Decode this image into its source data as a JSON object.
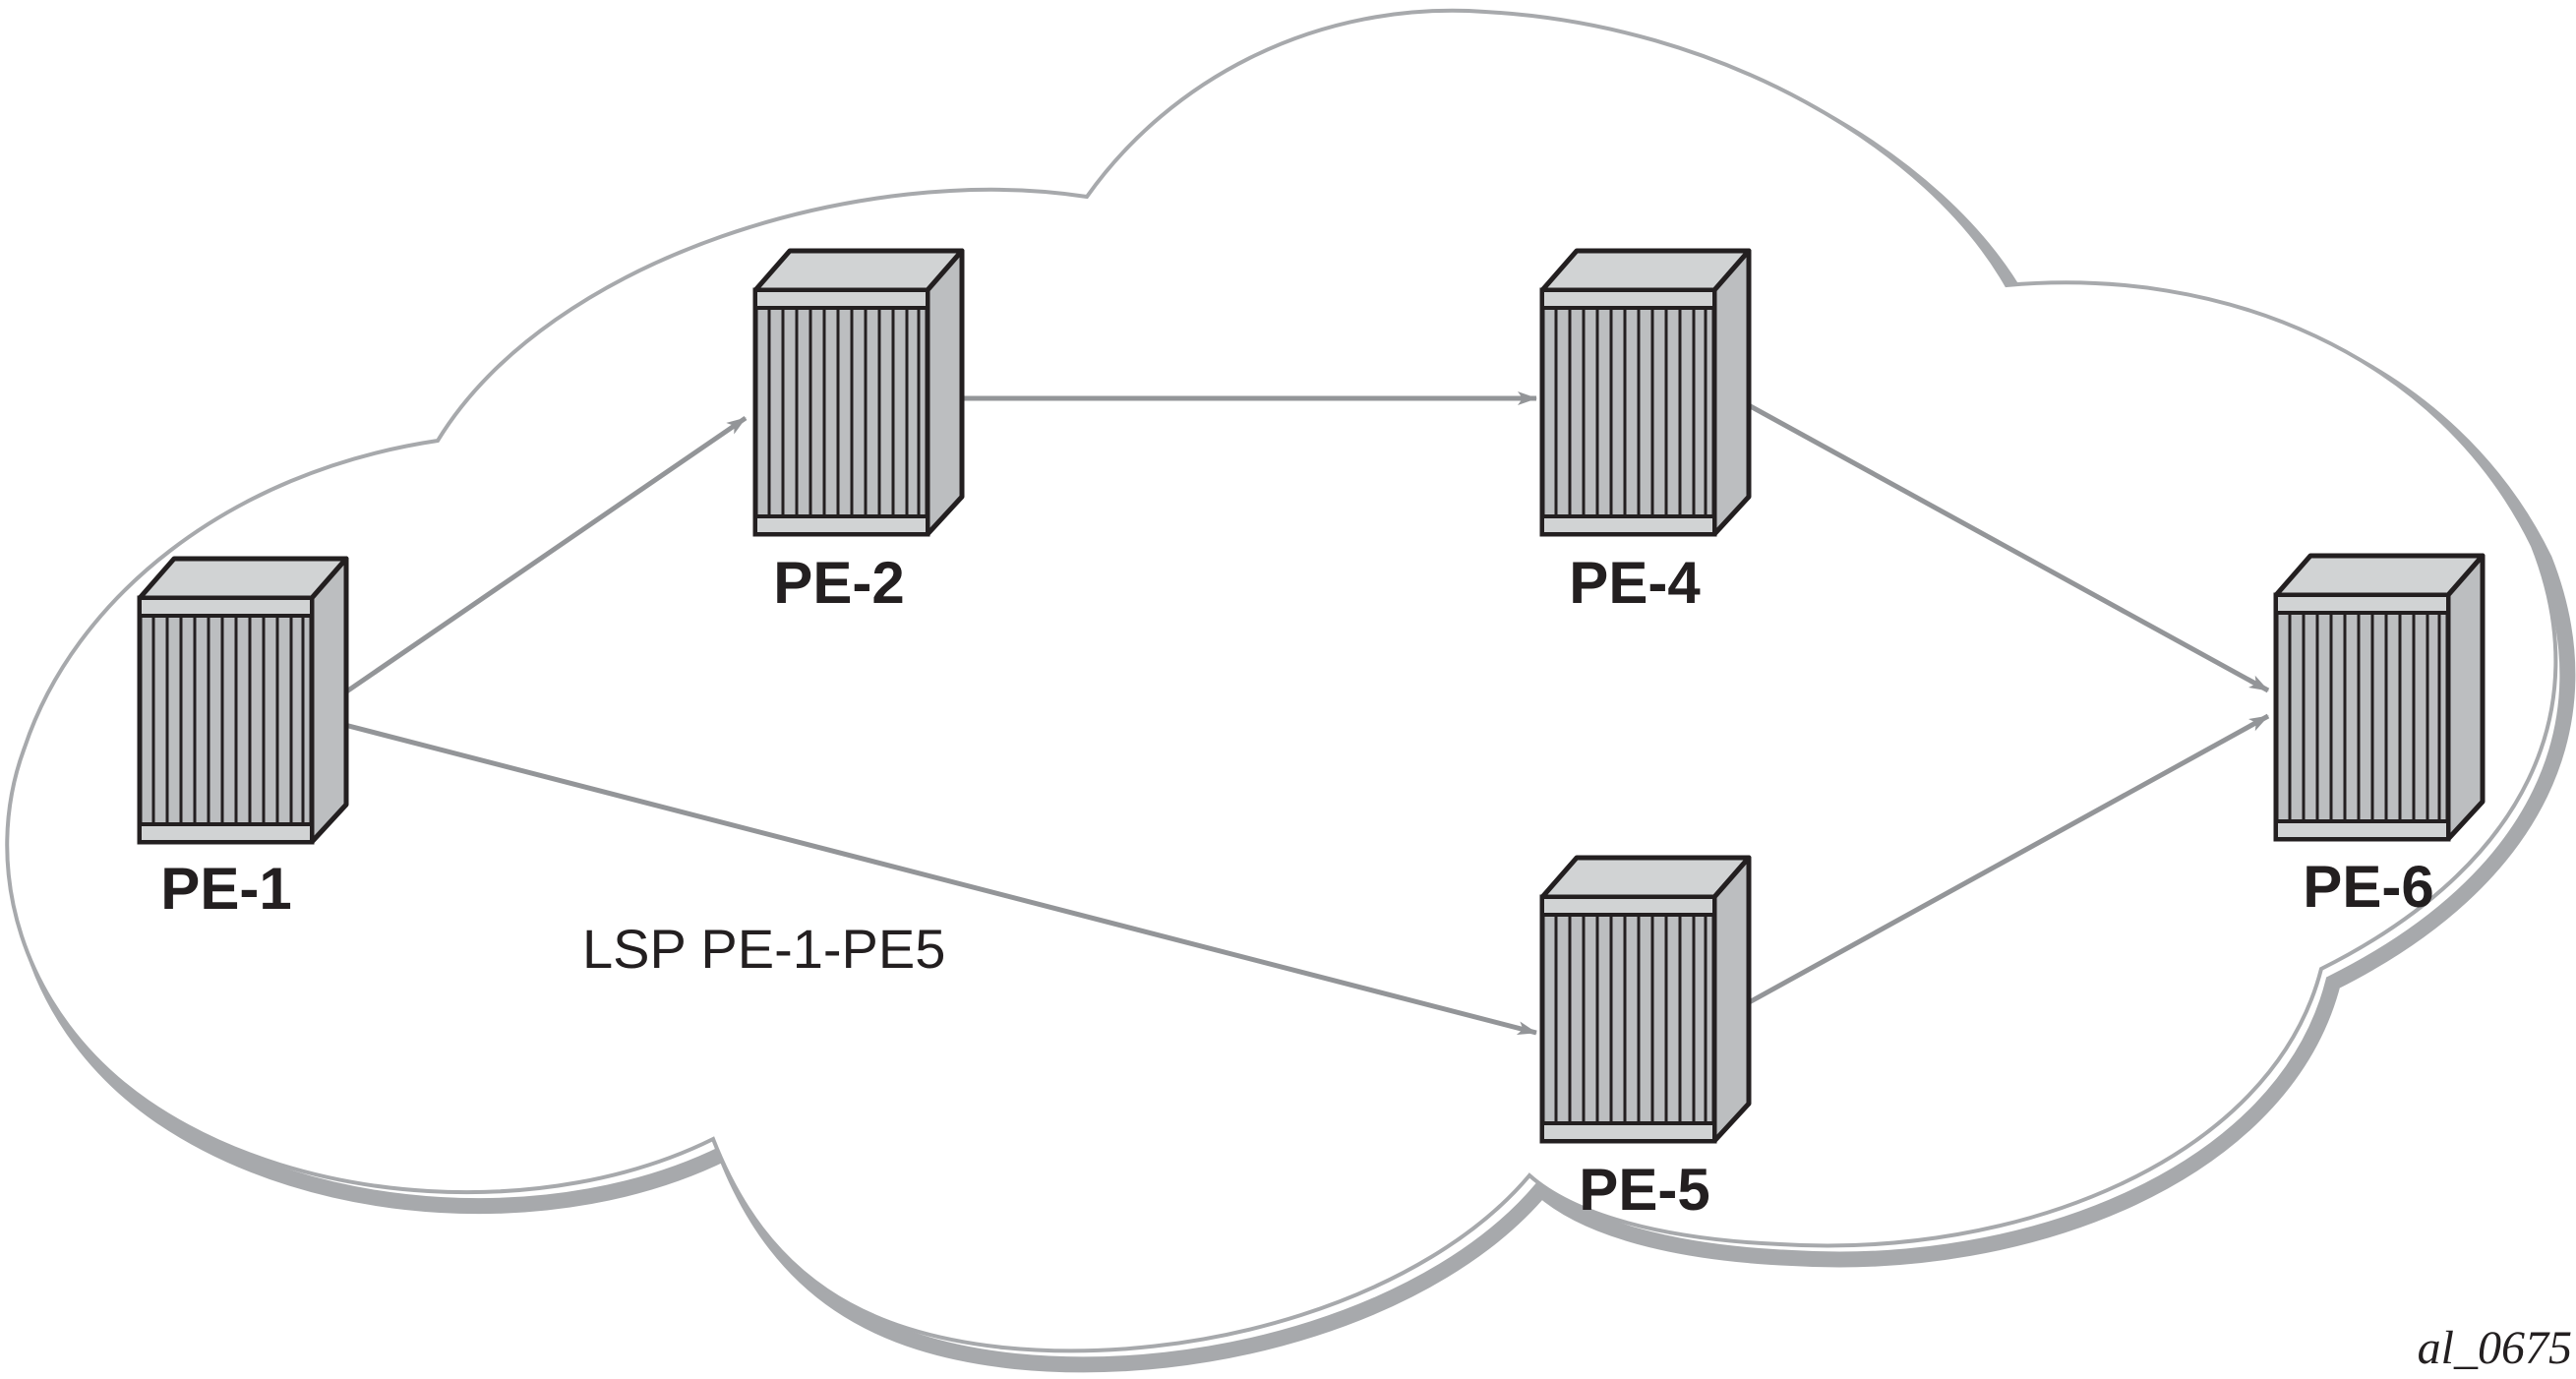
{
  "nodes": {
    "pe1": {
      "label": "PE-1"
    },
    "pe2": {
      "label": "PE-2"
    },
    "pe4": {
      "label": "PE-4"
    },
    "pe5": {
      "label": "PE-5"
    },
    "pe6": {
      "label": "PE-6"
    }
  },
  "edges": [
    {
      "from": "PE-1",
      "to": "PE-2"
    },
    {
      "from": "PE-2",
      "to": "PE-4"
    },
    {
      "from": "PE-4",
      "to": "PE-6"
    },
    {
      "from": "PE-1",
      "to": "PE-5"
    },
    {
      "from": "PE-5",
      "to": "PE-6"
    }
  ],
  "lsp_label": "LSP PE-1-PE5",
  "figure_id": "al_0675",
  "colors": {
    "cloud_outline": "#a7a9ac",
    "cloud_shadow": "#a7a9ac",
    "link": "#939598",
    "router_face": "#bcbec0",
    "router_top": "#d1d3d4",
    "router_stroke": "#231f20",
    "text": "#231f20"
  }
}
